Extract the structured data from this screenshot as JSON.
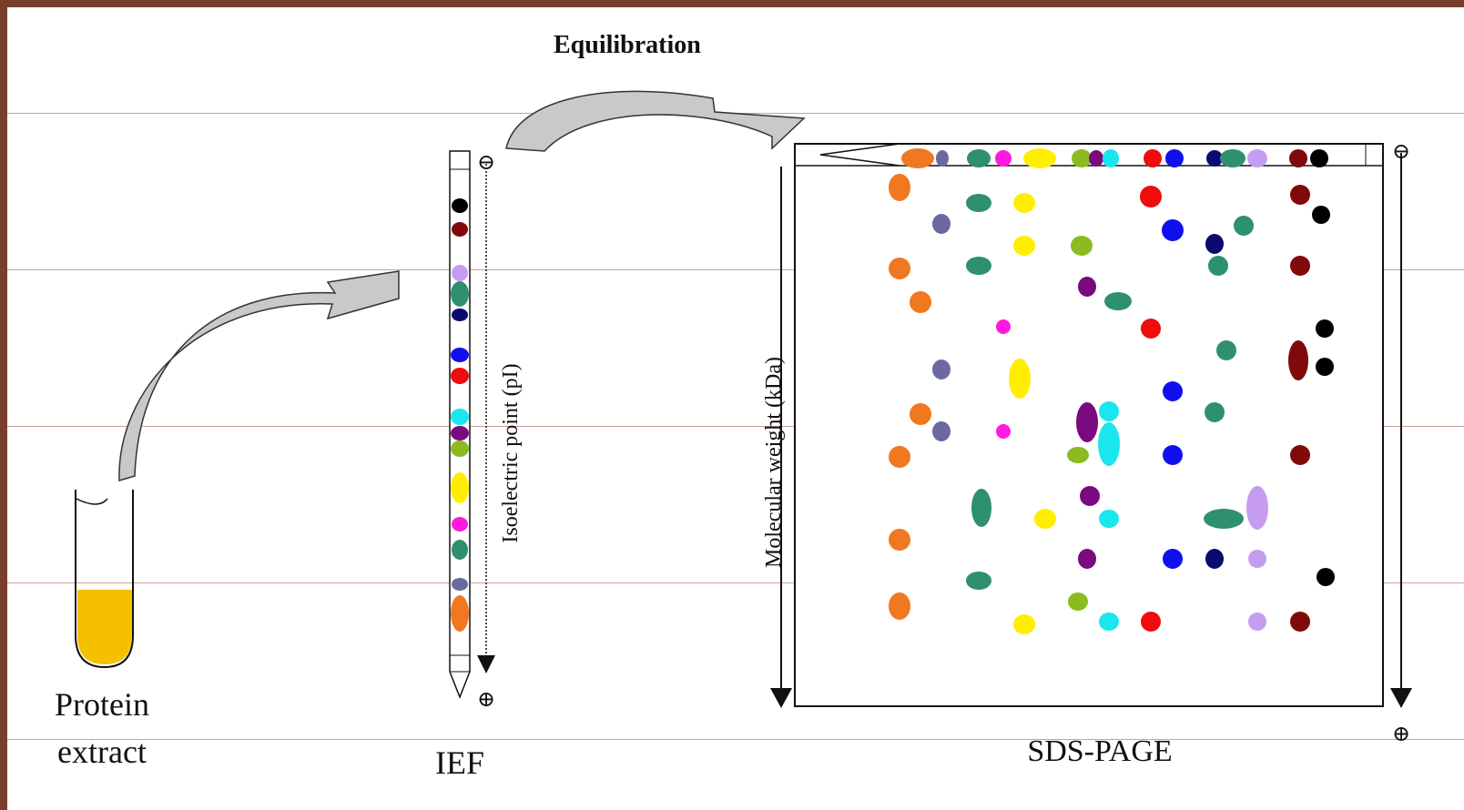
{
  "labels": {
    "equilibration": "Equilibration",
    "protein_line1": "Protein",
    "protein_line2": "extract",
    "ief": "IEF",
    "isoelectric": "Isoelectric point (pI)",
    "molecular_weight": "Molecular weight (kDa)",
    "sds_page": "SDS-PAGE",
    "minus_sign": "⊖",
    "plus_sign": "⊕"
  },
  "colors": {
    "frame_border": "#7a3f2c",
    "arrow_fill": "#c9c9c9",
    "tube_liquid": "#f5c000",
    "orange": "#f07820",
    "slate": "#6a6aa0",
    "teal": "#2e9070",
    "magenta": "#ff1ae0",
    "yellow": "#ffee00",
    "lime": "#8cbb20",
    "purple": "#7a0a80",
    "cyan": "#1ae6ee",
    "red": "#ee0c0c",
    "blue": "#1010ee",
    "navy": "#0a0a70",
    "lavender": "#c69cf0",
    "maroon": "#800a0a",
    "black": "#000000"
  }
}
